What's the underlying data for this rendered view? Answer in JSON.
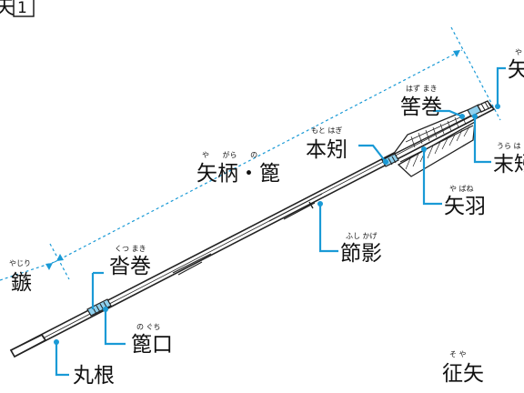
{
  "header": {
    "title_fragment": "矢",
    "box_number": "1"
  },
  "labels": {
    "ya_top": {
      "text": "矢",
      "ruby": "や"
    },
    "hazumaki": {
      "text": "筈巻",
      "ruby": "はず まき"
    },
    "urahagi": {
      "text": "末矧",
      "ruby": "うら は"
    },
    "motohagi": {
      "text": "本矧",
      "ruby": "もと はぎ"
    },
    "yagara": {
      "text": "矢柄・篦",
      "ruby": "や がら の"
    },
    "yabane": {
      "text": "矢羽",
      "ruby": "や ばね"
    },
    "fushikage": {
      "text": "節影",
      "ruby": "ふし かげ"
    },
    "kutsumaki": {
      "text": "沓巻",
      "ruby": "くつ まき"
    },
    "yajiri": {
      "text": "鏃",
      "ruby": "やじり"
    },
    "noguchi": {
      "text": "篦口",
      "ruby": "の ぐち"
    },
    "maru_ne": {
      "text": "丸根",
      "ruby": ""
    },
    "soya": {
      "text": "征矢",
      "ruby": "そ や"
    }
  },
  "colors": {
    "accent": "#1a9ad6",
    "ink": "#111111",
    "shaft": "#ffffff"
  }
}
